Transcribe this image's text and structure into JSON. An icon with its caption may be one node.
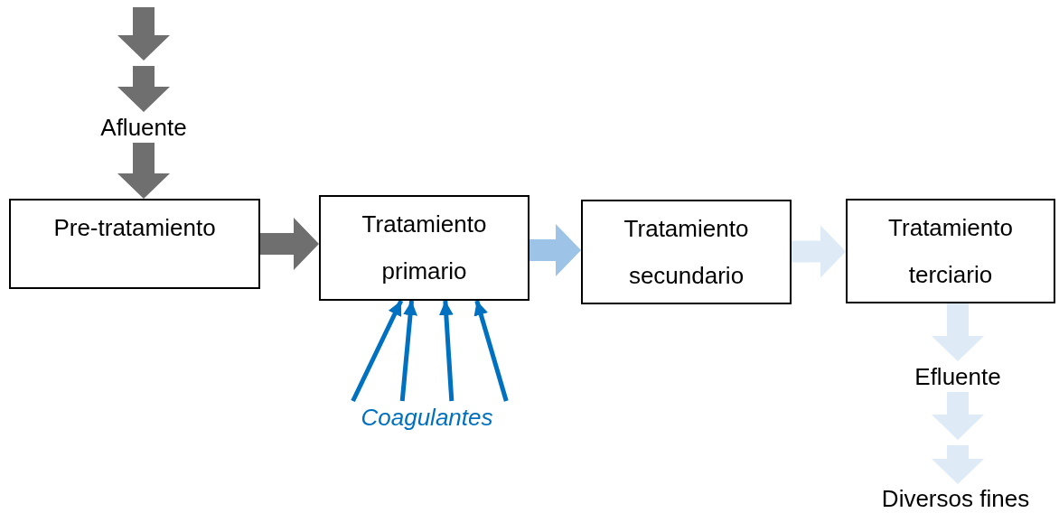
{
  "diagram": {
    "nodes": [
      {
        "text": [
          "Afluente"
        ]
      },
      {
        "text": [
          "Pre-tratamiento"
        ]
      },
      {
        "text": [
          "Tratamiento primario"
        ]
      },
      {
        "text": [
          "Tratamiento secundario"
        ]
      },
      {
        "text": [
          "Tratamiento terciario"
        ]
      },
      {
        "text": [
          "Coagulantes"
        ]
      },
      {
        "text": [
          "Efluente"
        ]
      },
      {
        "text": [
          "Diversos fines"
        ]
      }
    ],
    "edges": [
      {
        "from": null,
        "to": 0,
        "arrow": "to",
        "style": "thick",
        "color": "#6f6f6f"
      },
      {
        "from": 0,
        "to": 1,
        "arrow": "to",
        "style": "thick",
        "color": "#6f6f6f"
      },
      {
        "from": 1,
        "to": 2,
        "arrow": "to",
        "style": "thick",
        "color": "#6f6f6f"
      },
      {
        "from": 2,
        "to": 3,
        "arrow": "to",
        "style": "thick",
        "color": "#9dc3e6"
      },
      {
        "from": 3,
        "to": 4,
        "arrow": "to",
        "style": "thick",
        "color": "#deebf7"
      },
      {
        "from": 4,
        "to": 6,
        "arrow": "to",
        "style": "thick",
        "color": "#deebf7"
      },
      {
        "from": 6,
        "to": 7,
        "arrow": "to",
        "style": "thick",
        "color": "#deebf7"
      },
      {
        "from": 5,
        "to": 2,
        "arrow": "to",
        "color": "#0070c0"
      },
      {
        "from": 5,
        "to": 2,
        "arrow": "to",
        "color": "#0070c0"
      },
      {
        "from": 5,
        "to": 2,
        "arrow": "to",
        "color": "#0070c0"
      },
      {
        "from": 5,
        "to": 2,
        "arrow": "to",
        "color": "#0070c0"
      }
    ]
  }
}
